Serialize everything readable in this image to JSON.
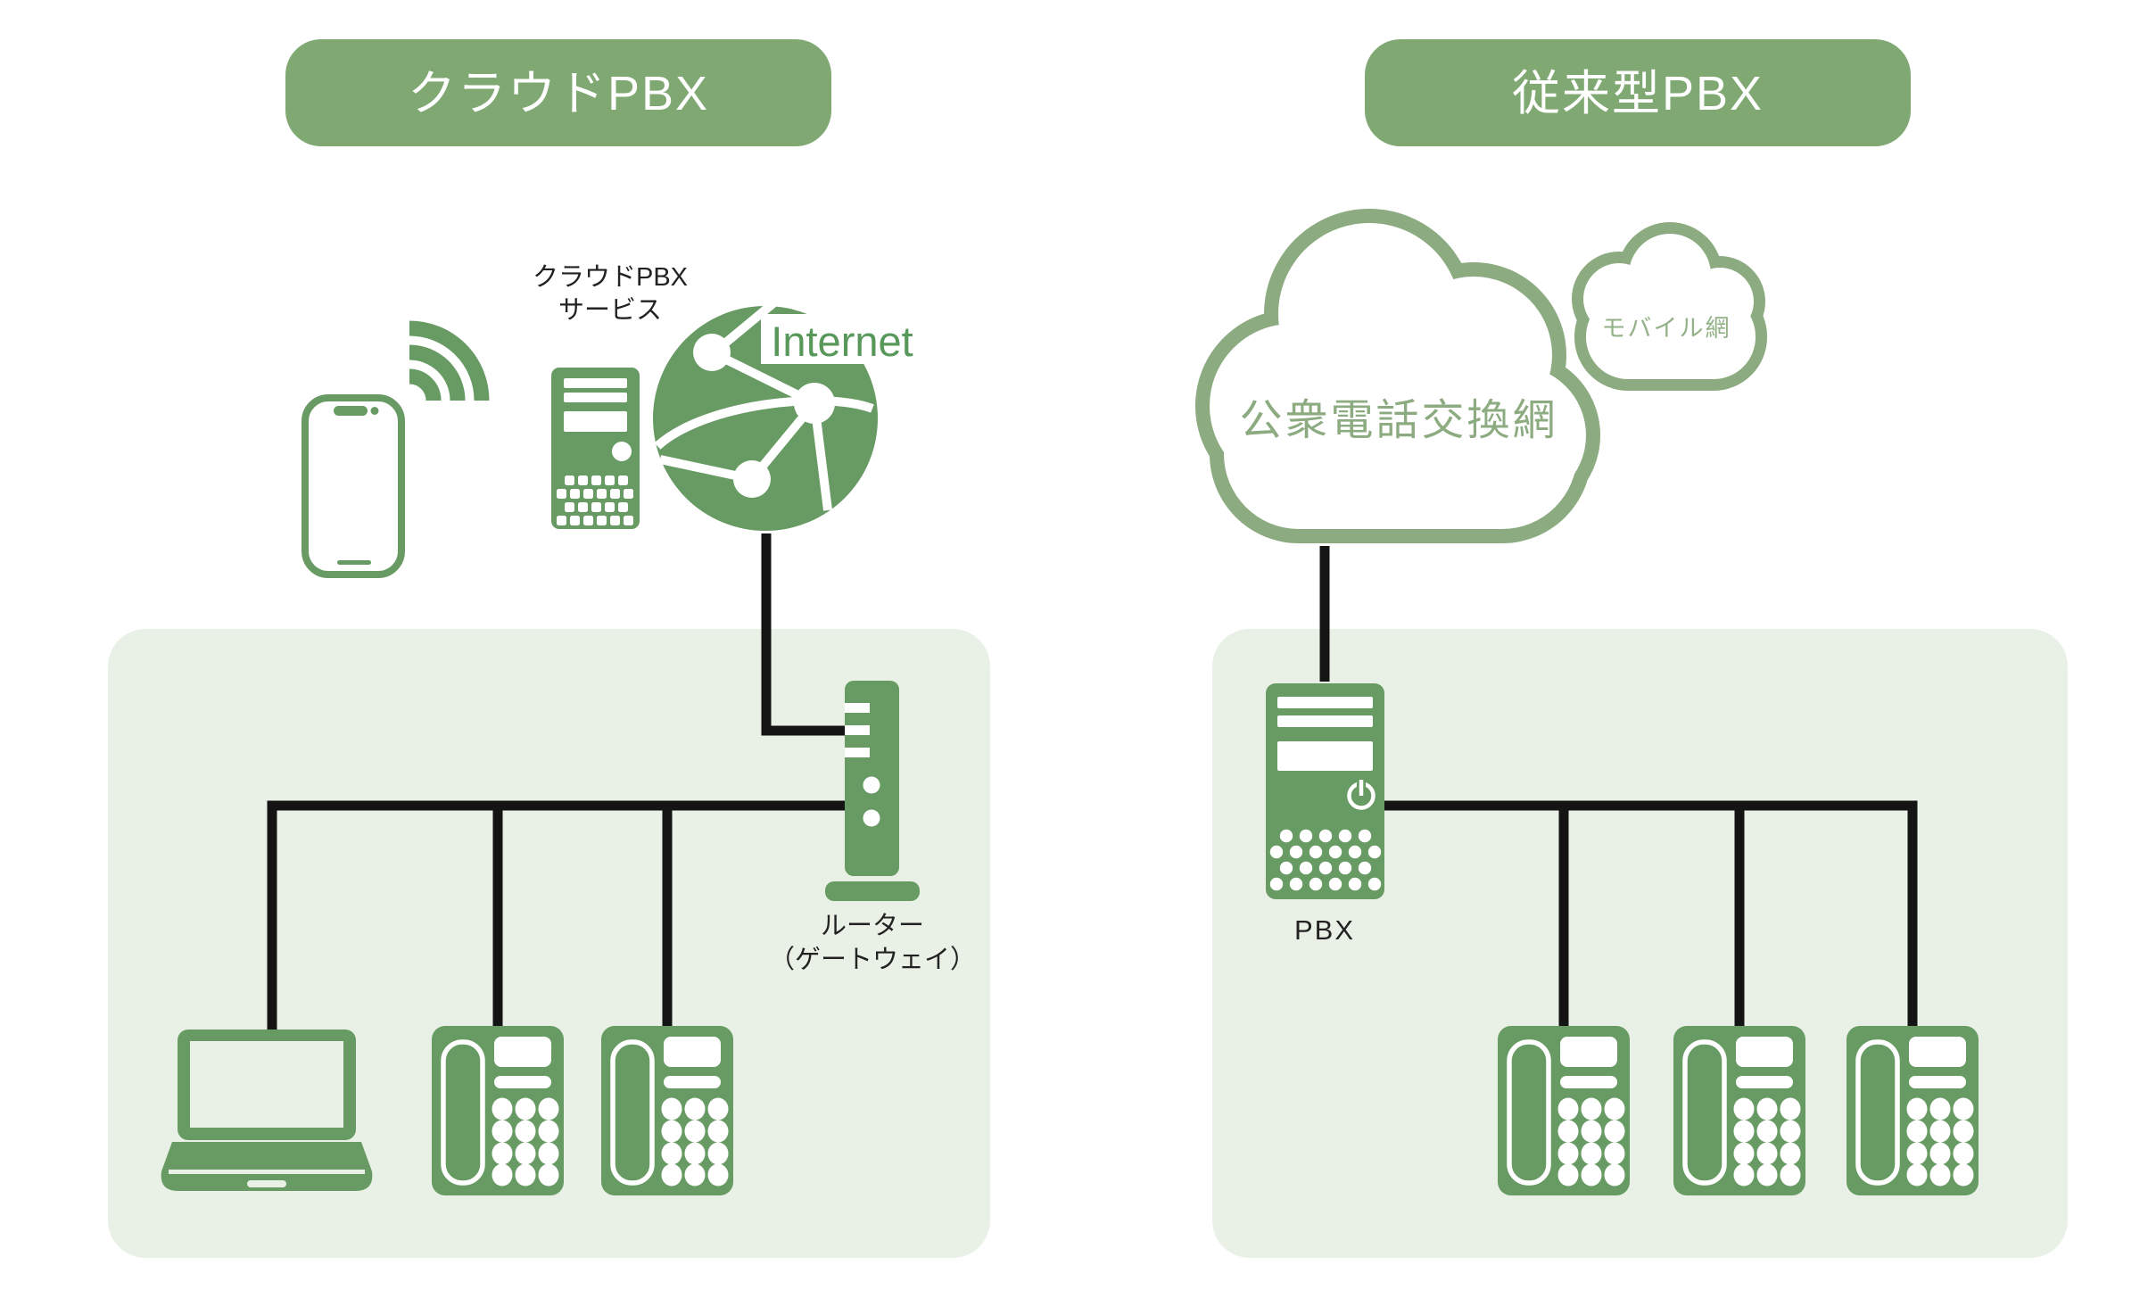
{
  "diagram": {
    "left": {
      "title": "クラウドPBX",
      "service_label": [
        "クラウドPBX",
        "サービス"
      ],
      "internet_label": "Internet",
      "router_label": [
        "ルーター",
        "（ゲートウェイ）"
      ]
    },
    "right": {
      "title": "従来型PBX",
      "pstn_label": "公衆電話交換網",
      "mobile_label": "モバイル網",
      "pbx_label": "PBX"
    },
    "colors": {
      "icon_green": "#689b64",
      "header_green": "#7fa873",
      "cloud_outline_green": "#8cab80",
      "cloud_text_green": "#93b287",
      "internet_text_green": "#58985a",
      "panel_background": "#e9f1e6",
      "connection_line": "#141414",
      "label_text": "#222222",
      "white": "#ffffff"
    }
  }
}
